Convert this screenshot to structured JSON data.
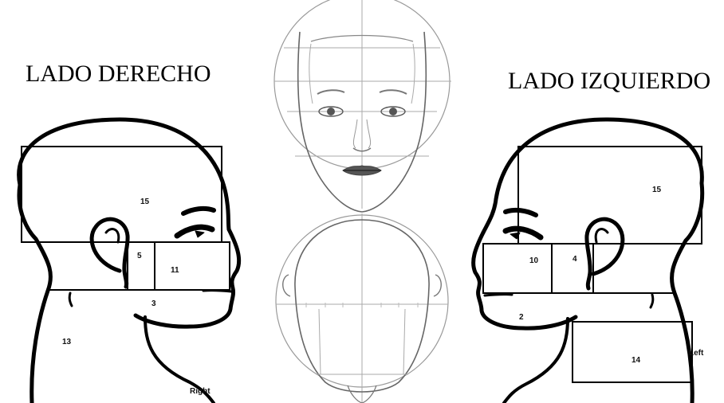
{
  "titles": {
    "right_side": "LADO DERECHO",
    "left_side": "LADO IZQUIERDO"
  },
  "right_head": {
    "side_label": "Right",
    "zones": [
      "15",
      "5",
      "11",
      "3",
      "13"
    ]
  },
  "left_head": {
    "side_label": "Left",
    "zones": [
      "15",
      "10",
      "4",
      "2",
      "14"
    ]
  }
}
